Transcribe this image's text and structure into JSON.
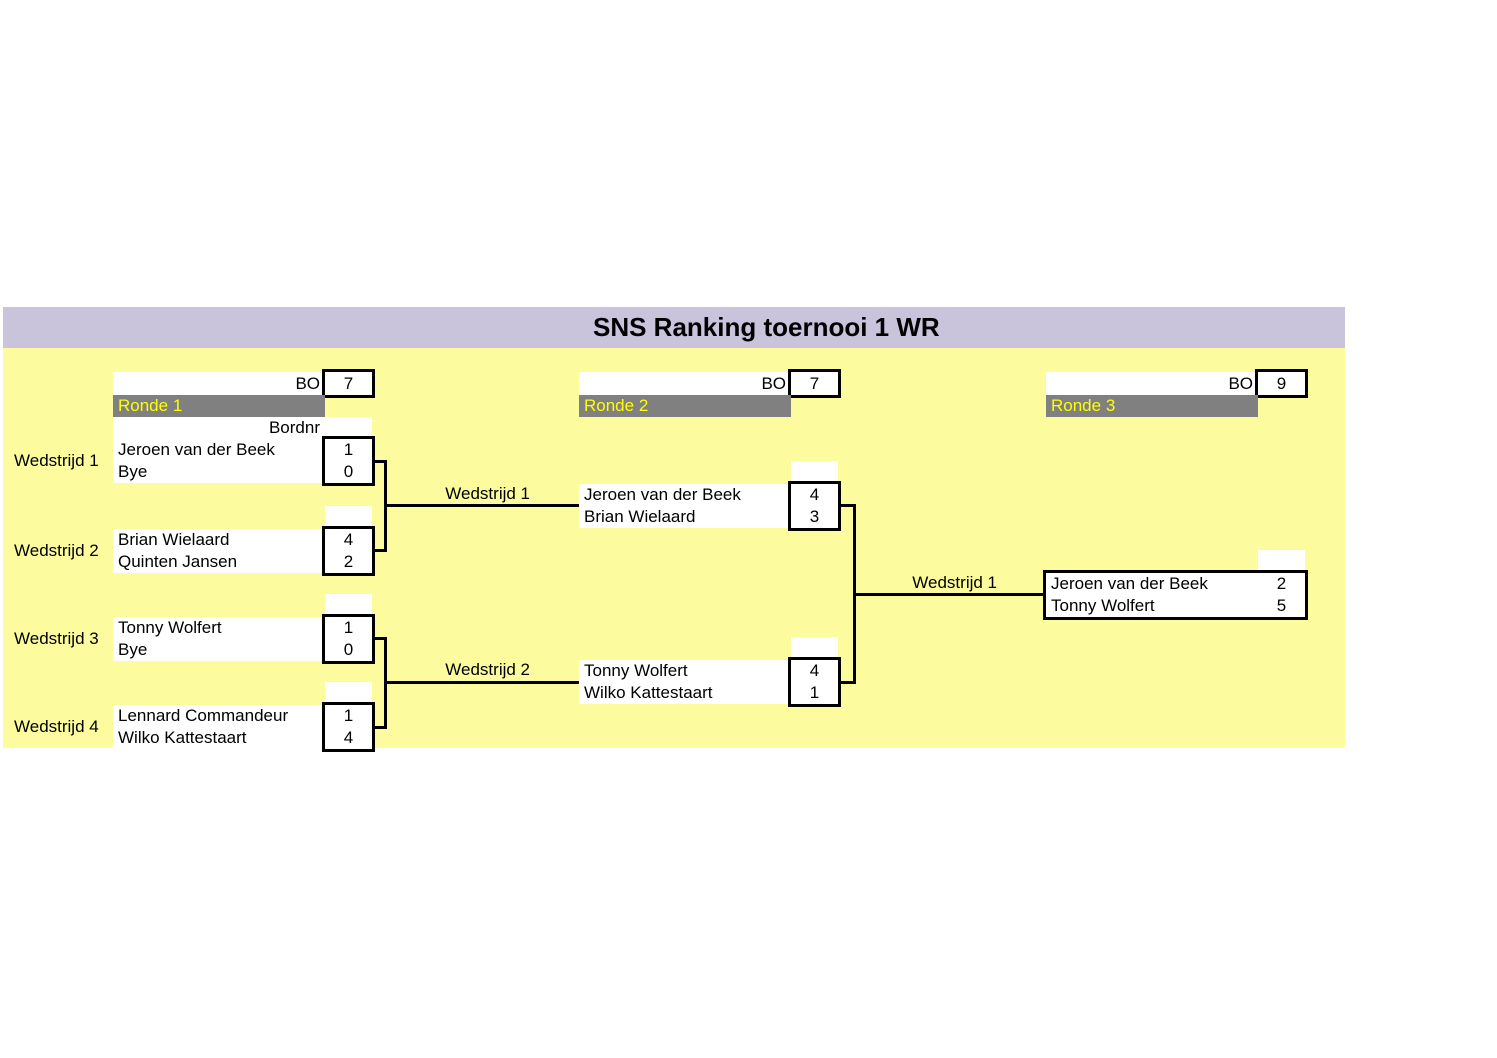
{
  "title": "SNS Ranking toernooi 1 WR",
  "colors": {
    "title_bar": "#c9c3dc",
    "field_background": "#fcfc9e",
    "round_header_bg": "#808080",
    "round_header_text": "#ffff00",
    "line": "#000000"
  },
  "bordnr_label": "Bordnr",
  "rounds": [
    {
      "name": "Ronde 1",
      "bo_label": "BO",
      "bo": "7",
      "matches": [
        {
          "label": "Wedstrijd 1",
          "p1": "Jeroen van der Beek",
          "s1": "1",
          "p2": "Bye",
          "s2": "0"
        },
        {
          "label": "Wedstrijd 2",
          "p1": "Brian Wielaard",
          "s1": "4",
          "p2": "Quinten Jansen",
          "s2": "2"
        },
        {
          "label": "Wedstrijd 3",
          "p1": "Tonny Wolfert",
          "s1": "1",
          "p2": "Bye",
          "s2": "0"
        },
        {
          "label": "Wedstrijd 4",
          "p1": "Lennard Commandeur",
          "s1": "1",
          "p2": "Wilko Kattestaart",
          "s2": "4"
        }
      ]
    },
    {
      "name": "Ronde 2",
      "bo_label": "BO",
      "bo": "7",
      "matches": [
        {
          "label": "Wedstrijd 1",
          "p1": "Jeroen van der Beek",
          "s1": "4",
          "p2": "Brian Wielaard",
          "s2": "3"
        },
        {
          "label": "Wedstrijd 2",
          "p1": "Tonny Wolfert",
          "s1": "4",
          "p2": "Wilko Kattestaart",
          "s2": "1"
        }
      ]
    },
    {
      "name": "Ronde 3",
      "bo_label": "BO",
      "bo": "9",
      "matches": [
        {
          "label": "Wedstrijd 1",
          "p1": "Jeroen van der Beek",
          "s1": "2",
          "p2": "Tonny Wolfert",
          "s2": "5"
        }
      ]
    }
  ]
}
